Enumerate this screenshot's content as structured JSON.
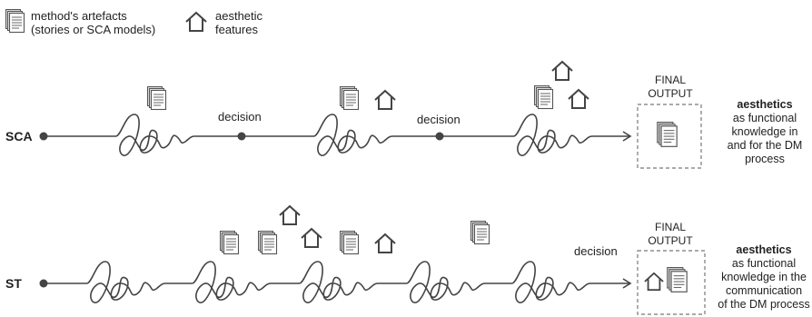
{
  "legend": {
    "artefacts_icon": "document-stack-icon",
    "artefacts_label_line1": "method's artefacts",
    "artefacts_label_line2": "(stories or SCA models)",
    "aesthetic_icon": "house-icon",
    "aesthetic_label_line1": "aesthetic",
    "aesthetic_label_line2": "features"
  },
  "sca_row": {
    "label": "SCA",
    "decision_1": "decision",
    "decision_2": "decision",
    "final_output_line1": "FINAL",
    "final_output_line2": "OUTPUT",
    "conclusion": {
      "title": "aesthetics",
      "line1": "as functional",
      "line2": "knowledge in",
      "line3": "and for the DM",
      "line4": "process"
    }
  },
  "st_row": {
    "label": "ST",
    "decision_1": "decision",
    "final_output_line1": "FINAL",
    "final_output_line2": "OUTPUT",
    "conclusion": {
      "title": "aesthetics",
      "line1": "as functional",
      "line2": "knowledge in the",
      "line3": "communication",
      "line4": "of the DM process"
    }
  },
  "colors": {
    "line": "#444444",
    "text": "#222222",
    "icon_stroke": "#555555",
    "icon_fill": "#d9d9d9"
  }
}
